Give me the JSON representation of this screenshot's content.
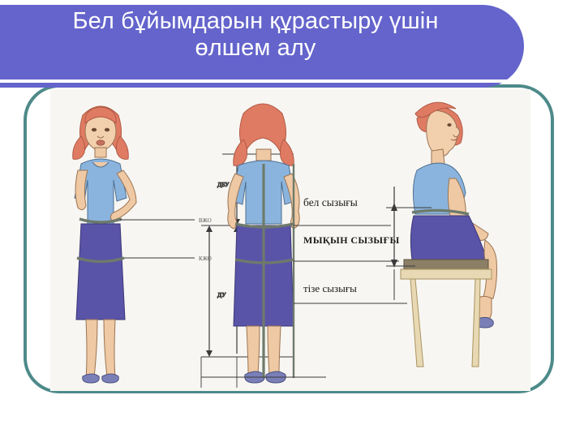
{
  "slide": {
    "title_line1": "Бел бұйымдарын құрастыру үшін",
    "title_line2": "өлшем алу",
    "title_full": "Бел бұйымдарын құрастыру үшін\nөлшем алу",
    "banner_color": "#6464cc",
    "frame_color": "#4e8a8a",
    "background_color": "#ffffff"
  },
  "illustration": {
    "alt_name": "measurement-diagram",
    "background_color": "#f7f6f2",
    "figures": [
      {
        "id": "front-standing",
        "description": "front view standing female figure with tape measures at waist and hip"
      },
      {
        "id": "back-standing",
        "description": "back view standing female figure with vertical centre back tape"
      },
      {
        "id": "seated-side",
        "description": "side view seated female figure on wooden stool"
      }
    ],
    "labels": [
      {
        "id": "waist-line",
        "text": "бел сызығы"
      },
      {
        "id": "hip-line",
        "text": "МЫҚЫН СЫЗЫҒЫ"
      },
      {
        "id": "knee-line",
        "text": "тізе сызығы"
      }
    ],
    "dimension_labels": [
      {
        "id": "dim-upper",
        "text": "ДБУ"
      },
      {
        "id": "dim-lower",
        "text": "ДУ"
      }
    ],
    "small_labels": [
      {
        "id": "front-waist-tick",
        "text": "ВЖО"
      },
      {
        "id": "front-hip-tick",
        "text": "КЖО"
      }
    ],
    "colors": {
      "blouse": "#8ab4dd",
      "skirt": "#5a54a8",
      "skin": "#efc9a4",
      "hair": "#e07b63",
      "tape": "#6e7a6b",
      "stool": "#e8d9b4",
      "shoe": "#7a7fb8"
    }
  }
}
